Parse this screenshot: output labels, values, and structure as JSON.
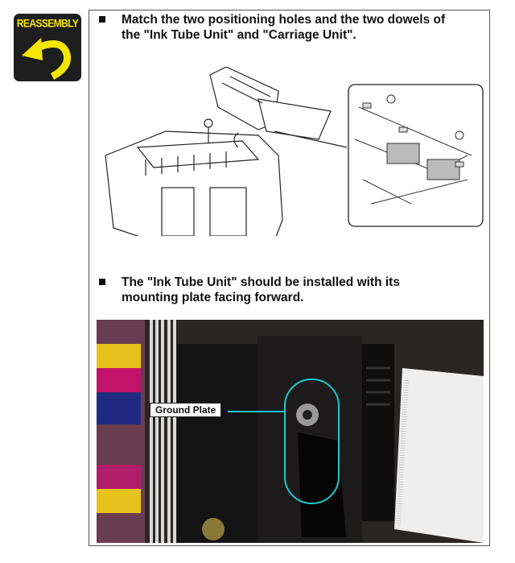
{
  "badge": {
    "label": "REASSEMBLY",
    "icon": "return-arrow-icon",
    "color": "#f5e600"
  },
  "steps": [
    {
      "line1": "Match the two positioning holes and the two dowels of",
      "line2": "the \"Ink Tube Unit\" and \"Carriage Unit\"."
    },
    {
      "line1": "The \"Ink Tube Unit\" should be installed with its",
      "line2": "mounting plate facing forward."
    }
  ],
  "photo": {
    "callout": "Ground Plate",
    "highlight_color": "#1ec8d0"
  }
}
